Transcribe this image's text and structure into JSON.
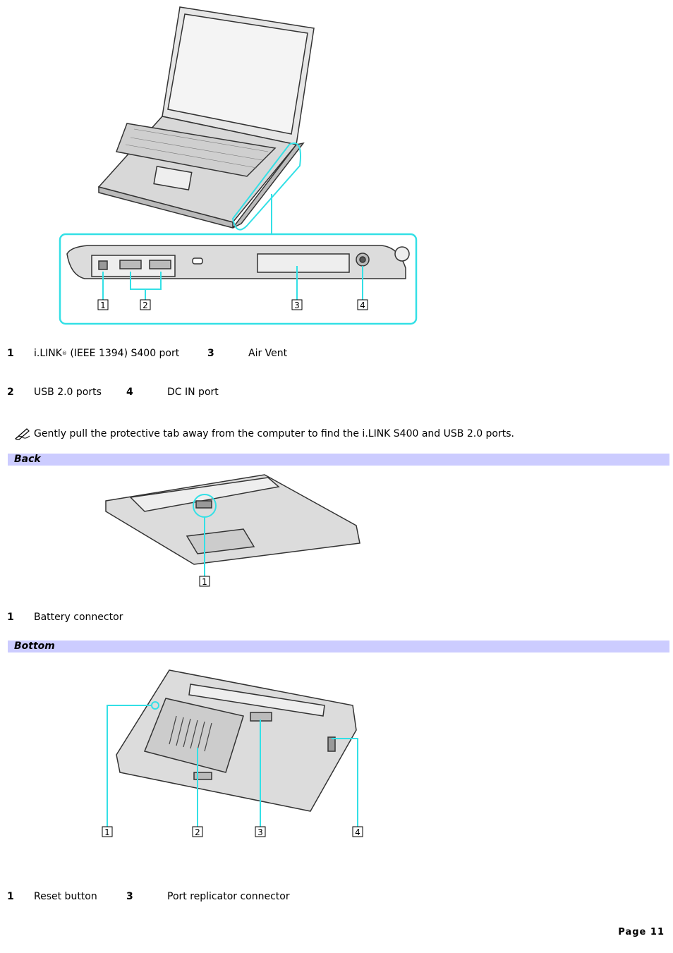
{
  "side_figure": {
    "callouts": [
      "1",
      "2",
      "3",
      "4"
    ]
  },
  "side_legend": [
    {
      "num": "1",
      "label": "i.LINK",
      "mark": "®",
      "label_rest": " (IEEE 1394) S400 port"
    },
    {
      "num": "3",
      "label": "Air Vent"
    },
    {
      "num": "2",
      "label": "USB 2.0 ports"
    },
    {
      "num": "4",
      "label": "DC IN port"
    }
  ],
  "note": {
    "icon": "pen-note-icon",
    "text": "Gently pull the protective tab away from the computer to find the i.LINK S400 and USB 2.0 ports."
  },
  "back_section": {
    "title": "Back",
    "callouts": [
      "1"
    ],
    "legend": [
      {
        "num": "1",
        "label": "Battery connector"
      }
    ]
  },
  "bottom_section": {
    "title": "Bottom",
    "callouts": [
      "1",
      "2",
      "3",
      "4"
    ],
    "legend": [
      {
        "num": "1",
        "label": "Reset button"
      },
      {
        "num": "3",
        "label": "Port replicator connector"
      }
    ]
  },
  "footer": {
    "page": "Page 11"
  },
  "colors": {
    "section_bar": "#ccccff",
    "callout_line": "#33e0e6"
  }
}
